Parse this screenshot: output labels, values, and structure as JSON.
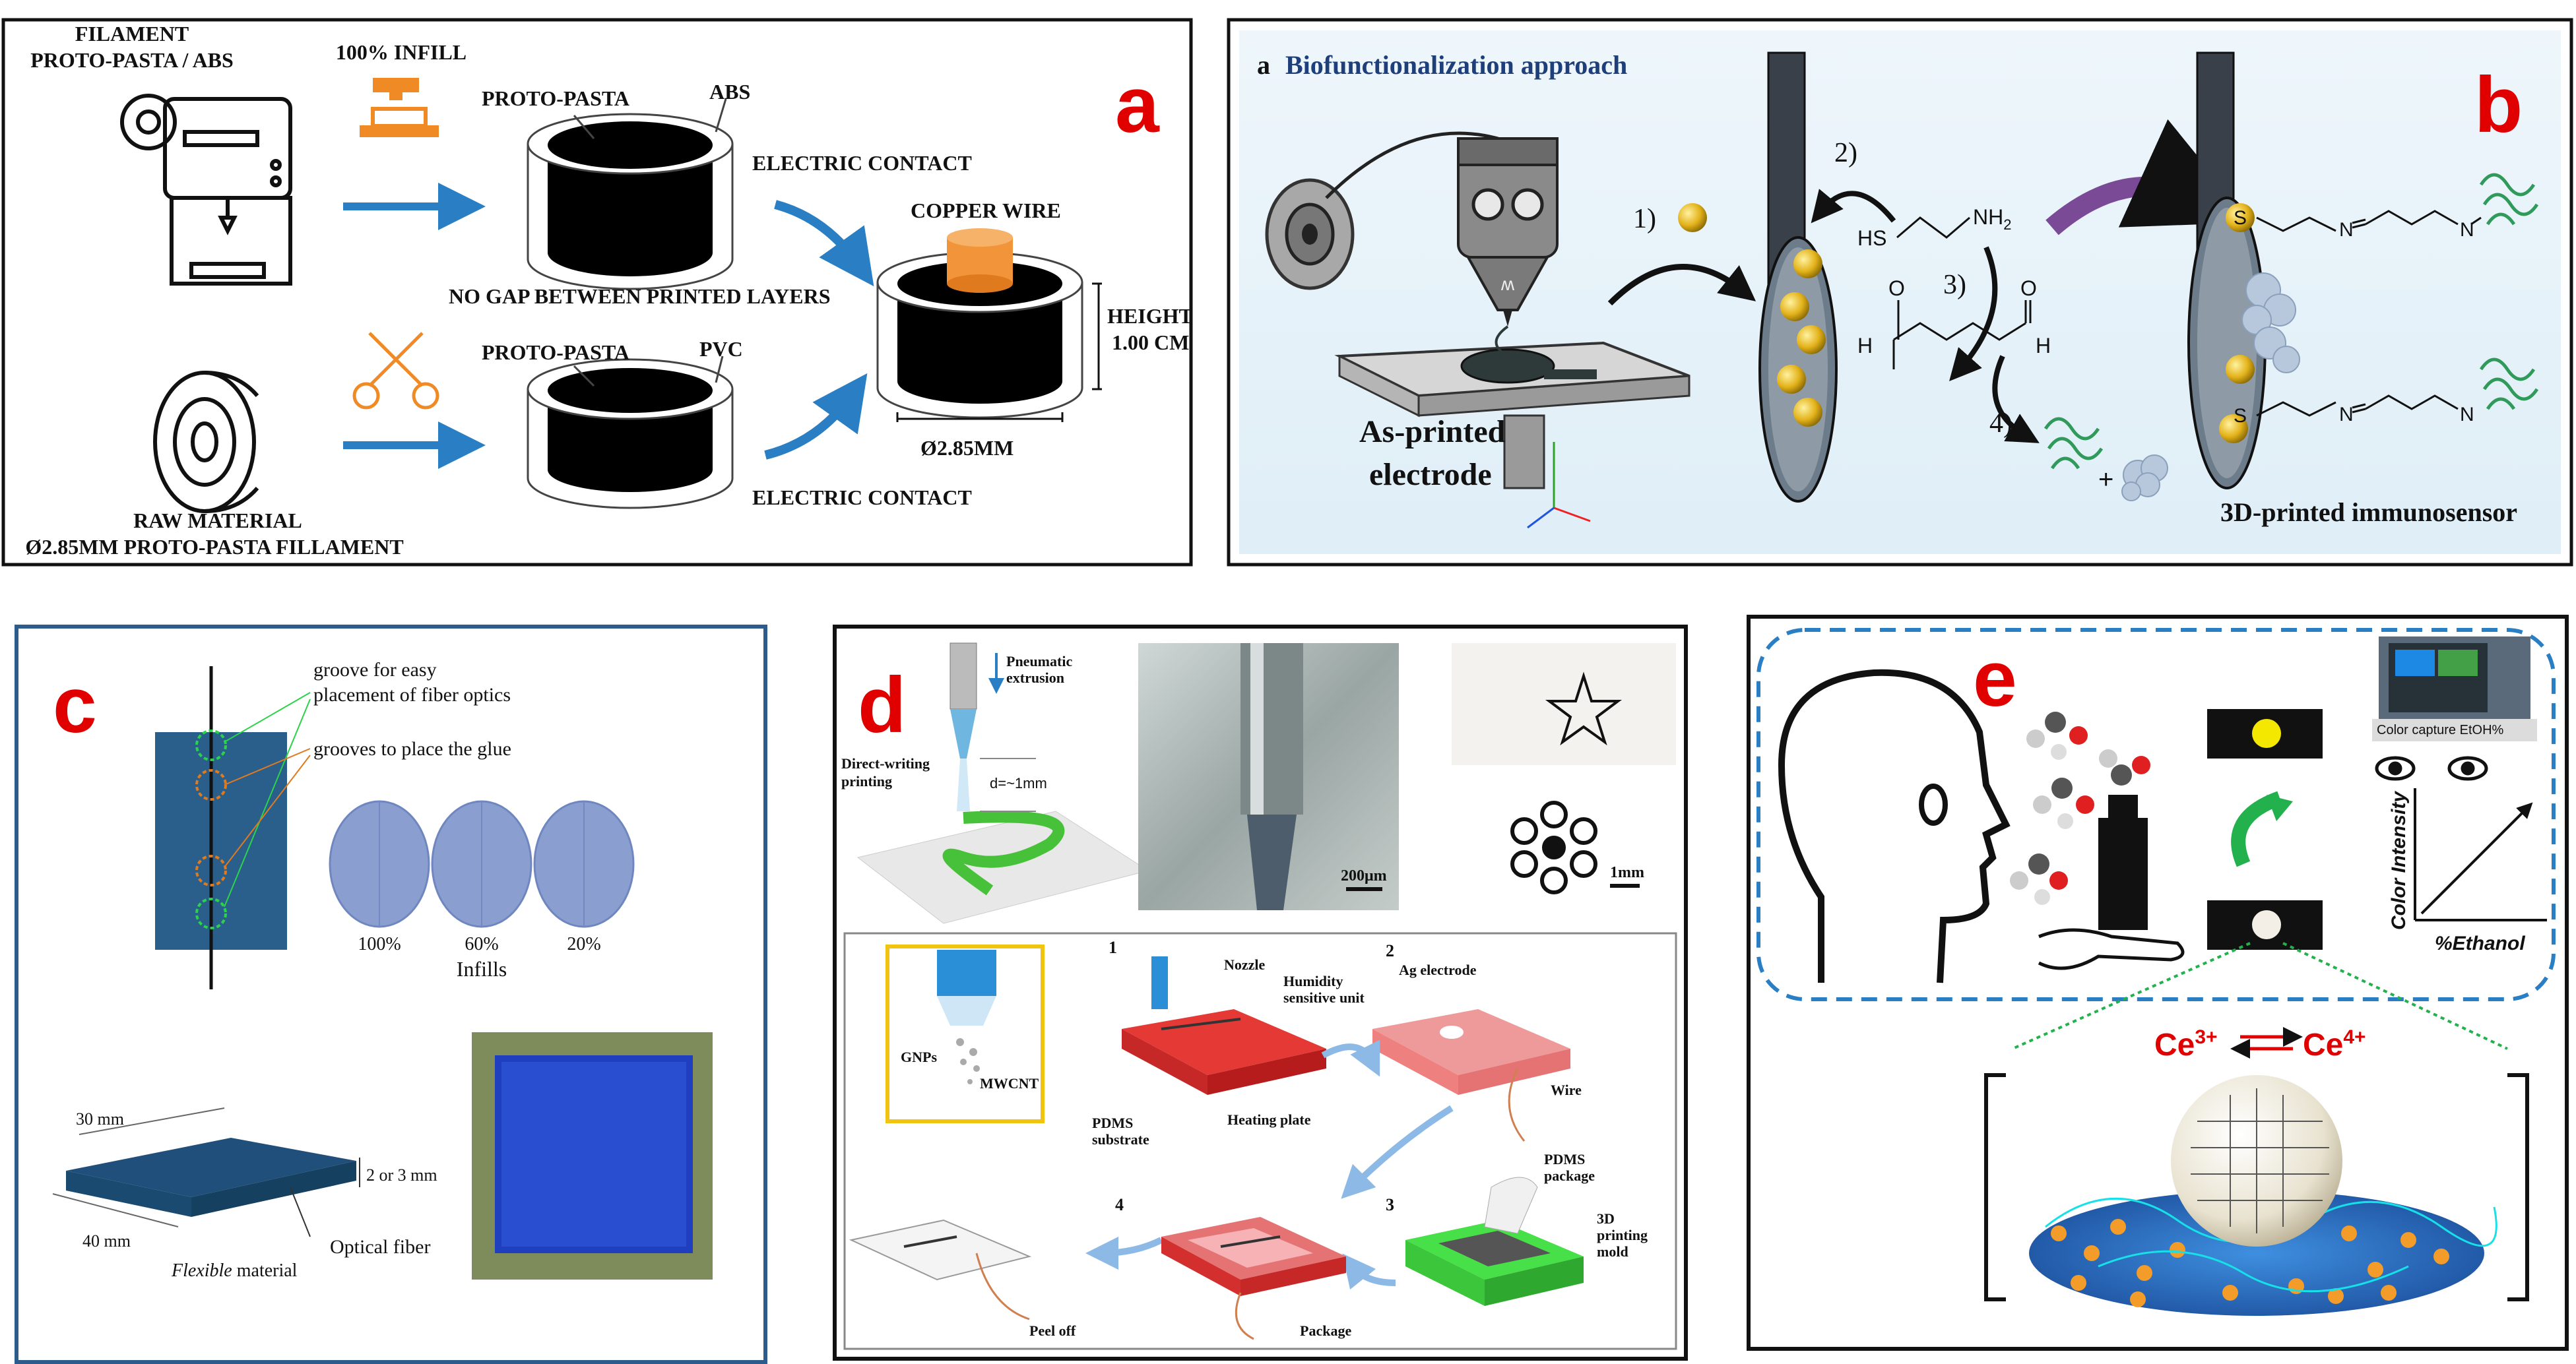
{
  "panel_a": {
    "letter": "a",
    "filament_title": "FILAMENT",
    "filament_sub": "PROTO-PASTA / ABS",
    "infill": "100% INFILL",
    "proto_pasta_top": "PROTO-PASTA",
    "abs": "ABS",
    "electric_contact_top": "ELECTRIC CONTACT",
    "no_gap": "NO GAP BETWEEN PRINTED LAYERS",
    "copper_wire": "COPPER WIRE",
    "height_label": "HEIGHT",
    "height_value": "1.00 CM",
    "diameter": "Ø2.85MM",
    "proto_pasta_bottom": "PROTO-PASTA",
    "pvc": "PVC",
    "electric_contact_bottom": "ELECTRIC CONTACT",
    "raw_material": "RAW MATERIAL",
    "raw_material_sub": "Ø2.85MM PROTO-PASTA FILLAMENT"
  },
  "panel_b": {
    "letter": "b",
    "sub_letter": "a",
    "title": "Biofunctionalization approach",
    "step1": "1)",
    "step2": "2)",
    "step3": "3)",
    "step4": "4)",
    "hs": "HS",
    "nh2": "NH",
    "nh2_sub": "2",
    "o_atom": "O",
    "h_atom": "H",
    "n_atom": "N",
    "s_atom": "S",
    "plus": "+",
    "as_printed_1": "As-printed",
    "as_printed_2": "electrode",
    "immunosensor": "3D-printed immunosensor"
  },
  "panel_c": {
    "letter": "c",
    "groove1_line1": "groove for easy",
    "groove1_line2": "placement of fiber optics",
    "groove2": "grooves to place the glue",
    "infill_100": "100%",
    "infill_60": "60%",
    "infill_20": "20%",
    "infills": "Infills",
    "dim_30": "30 mm",
    "dim_40": "40 mm",
    "dim_thick": "2 or 3 mm",
    "optical_fiber": "Optical fiber",
    "flexible": "Flexible",
    "material": "material"
  },
  "panel_d": {
    "letter": "d",
    "pneumatic_1": "Pneumatic",
    "pneumatic_2": "extrusion",
    "direct_1": "Direct-writing",
    "direct_2": "printing",
    "distance": "d=~1mm",
    "scale_200": "200μm",
    "scale_1mm": "1mm",
    "gnps": "GNPs",
    "mwcnt": "MWCNT",
    "nozzle": "Nozzle",
    "humidity_1": "Humidity",
    "humidity_2": "sensitive unit",
    "pdms_sub_1": "PDMS",
    "pdms_sub_2": "substrate",
    "heating_plate": "Heating plate",
    "ag_electrode": "Ag electrode",
    "wire": "Wire",
    "pdms_pkg_1": "PDMS",
    "pdms_pkg_2": "package",
    "mold_1": "3D",
    "mold_2": "printing",
    "mold_3": "mold",
    "package": "Package",
    "peel_off": "Peel off",
    "step1": "1",
    "step2": "2",
    "step3": "3",
    "step4": "4"
  },
  "panel_e": {
    "letter": "e",
    "phone_text": "Color capture EtOH%",
    "y_axis": "Color Intensity",
    "x_axis": "%Ethanol",
    "ce3": "Ce",
    "ce3_sup": "3+",
    "ce4": "Ce",
    "ce4_sup": "4+"
  },
  "colors": {
    "accent_red": "#e10000",
    "arrow_blue": "#2a7fc4",
    "orange": "#f08a24",
    "panel_blue_border": "#2d5b8c",
    "pcb_blue": "#2a5f8c"
  }
}
